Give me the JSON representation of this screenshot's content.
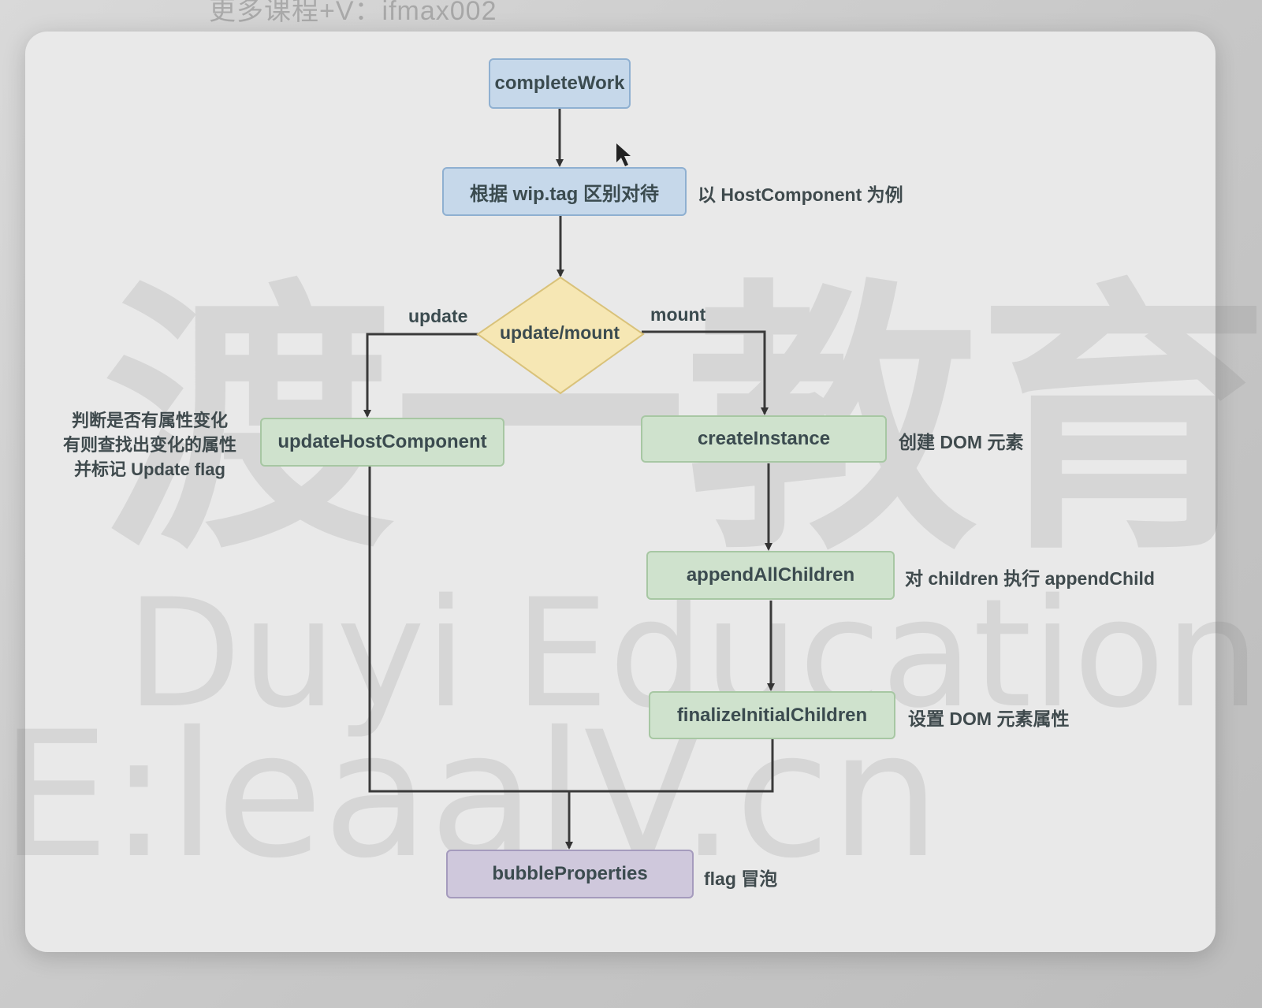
{
  "top_text": "更多课程+V：ifmax002",
  "nodes": {
    "complete_work": "completeWork",
    "dispatch": "根据 wip.tag 区别对待",
    "decision": "update/mount",
    "update_host": "updateHostComponent",
    "create_instance": "createInstance",
    "append_all": "appendAllChildren",
    "finalize": "finalizeInitialChildren",
    "bubble": "bubbleProperties"
  },
  "edge_labels": {
    "update": "update",
    "mount": "mount"
  },
  "notes": {
    "dispatch": "以 HostComponent 为例",
    "update_host": [
      "判断是否有属性变化",
      "有则查找出变化的属性",
      "并标记 Update flag"
    ],
    "create_instance": "创建 DOM 元素",
    "append_all": "对 children 执行 appendChild",
    "finalize": "设置 DOM 元素属性",
    "bubble": "flag 冒泡"
  },
  "watermark": {
    "cn": "渡一教育",
    "en": "Duyi Education",
    "url": "E:leaalV.cn"
  },
  "colors": {
    "blue_fill": "#c6d8ea",
    "green_fill": "#cfe2cd",
    "purple_fill": "#cfc8dc",
    "diamond_fill": "#f6e7b4",
    "line": "#3a3a3a"
  }
}
